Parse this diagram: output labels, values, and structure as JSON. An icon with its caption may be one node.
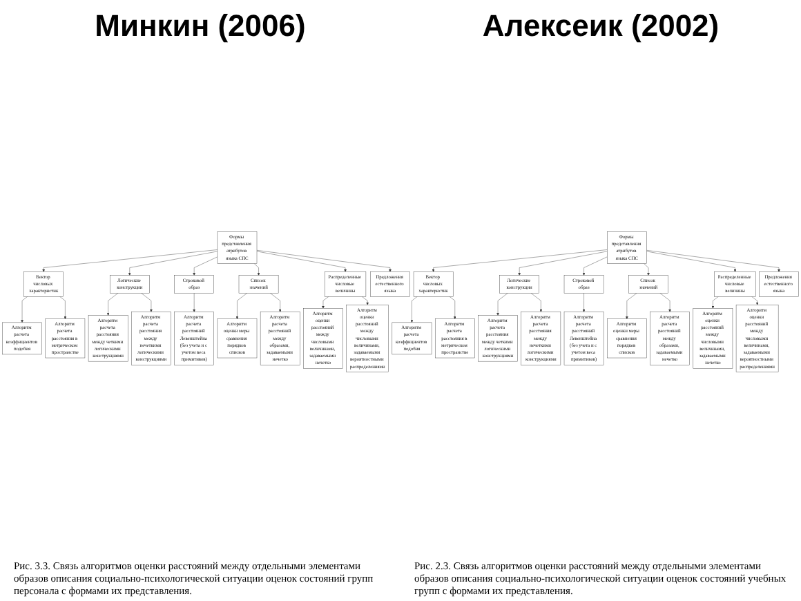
{
  "diagram": {
    "nodes": [
      {
        "text": [
          "Формы представления атрибутов языка СПС"
        ]
      },
      {
        "text": [
          "Вектор числовых характеристик"
        ]
      },
      {
        "text": [
          "Логические конструкции"
        ]
      },
      {
        "text": [
          "Строковой образ"
        ]
      },
      {
        "text": [
          "Список значений"
        ]
      },
      {
        "text": [
          "Распределенные числовые величины"
        ]
      },
      {
        "text": [
          "Предложения естественного языка"
        ]
      },
      {
        "text": [
          "Алгоритм оценки меры сравнения порядков списков"
        ]
      },
      {
        "text": [
          "Алгоритм расчета расстояний между образами, задаваемыми нечетко"
        ]
      },
      {
        "text": [
          "Алгоритм расчета расстояний Левенштейна (без учета и с учетом веса примитивов)"
        ]
      },
      {
        "text": [
          "Алгоритм расчета коэффициентов подобия"
        ]
      },
      {
        "text": [
          "Алгоритм расчета расстояния между четкими логическими конструкциями"
        ]
      },
      {
        "text": [
          "Алгоритм оценки расстояний между числовыми величинами, задаваемыми нечетко"
        ]
      },
      {
        "text": [
          "Алгоритм расчета расстояния в метрическом пространстве"
        ]
      },
      {
        "text": [
          "Алгоритм расчета расстояния между нечеткими логическими конструкциями"
        ]
      },
      {
        "text": [
          "Алгоритм оценки расстояний между числовыми величинами, задаваемыми вероятностными распределениями"
        ]
      },
      {
        "text": [
          "Формы представления атрибутов языка СПС"
        ]
      },
      {
        "text": [
          "Вектор числовых характеристик"
        ]
      },
      {
        "text": [
          "Логические конструкции"
        ]
      },
      {
        "text": [
          "Строковой образ"
        ]
      },
      {
        "text": [
          "Список значений"
        ]
      },
      {
        "text": [
          "Распределенные числовые величины"
        ]
      },
      {
        "text": [
          "Предложения естественного языка"
        ]
      },
      {
        "text": [
          "Алгоритм оценки меры сравнения порядков списков"
        ]
      },
      {
        "text": [
          "Алгоритм расчета расстояний между образами, задаваемыми нечетко"
        ]
      },
      {
        "text": [
          "Алгоритм расчета расстояний Левенштейна (без учета и с учетом веса примитивов)"
        ]
      },
      {
        "text": [
          "Алгоритм расчета коэффициентов подобия"
        ]
      },
      {
        "text": [
          "Алгоритм расчета расстояния между четкими логическими конструкциями"
        ]
      },
      {
        "text": [
          "Алгоритм оценки расстояний между числовыми величинами, задаваемыми нечетко"
        ]
      },
      {
        "text": [
          "Алгоритм расчета расстояния в метрическом пространстве"
        ]
      },
      {
        "text": [
          "Алгоритм расчета расстояния между нечеткими логическими конструкциями"
        ]
      },
      {
        "text": [
          "Алгоритм оценки расстояний между числовыми величинами, задаваемыми вероятностными распределениями"
        ]
      }
    ],
    "edges": [
      {
        "from": 0,
        "to": 1,
        "arrow": "to"
      },
      {
        "from": 0,
        "to": 2,
        "arrow": "to"
      },
      {
        "from": 0,
        "to": 3,
        "arrow": "to"
      },
      {
        "from": 0,
        "to": 4,
        "arrow": "to"
      },
      {
        "from": 0,
        "to": 5,
        "arrow": "to"
      },
      {
        "from": 0,
        "to": 6,
        "arrow": "to"
      },
      {
        "from": 4,
        "to": 7,
        "arrow": "to"
      },
      {
        "from": 4,
        "to": 8,
        "arrow": "to"
      },
      {
        "from": 3,
        "to": 9,
        "arrow": "to"
      },
      {
        "from": 1,
        "to": 10,
        "arrow": "to"
      },
      {
        "from": 1,
        "to": 13,
        "arrow": "to"
      },
      {
        "from": 2,
        "to": 11,
        "arrow": "to"
      },
      {
        "from": 2,
        "to": 14,
        "arrow": "to"
      },
      {
        "from": 5,
        "to": 12,
        "arrow": "to"
      },
      {
        "from": 5,
        "to": 15,
        "arrow": "to"
      },
      {
        "from": 16,
        "to": 17,
        "arrow": "to"
      },
      {
        "from": 16,
        "to": 18,
        "arrow": "to"
      },
      {
        "from": 16,
        "to": 19,
        "arrow": "to"
      },
      {
        "from": 16,
        "to": 20,
        "arrow": "to"
      },
      {
        "from": 16,
        "to": 21,
        "arrow": "to"
      },
      {
        "from": 16,
        "to": 22,
        "arrow": "to"
      },
      {
        "from": 20,
        "to": 23,
        "arrow": "to"
      },
      {
        "from": 20,
        "to": 24,
        "arrow": "to"
      },
      {
        "from": 19,
        "to": 25,
        "arrow": "to"
      },
      {
        "from": 17,
        "to": 26,
        "arrow": "to"
      },
      {
        "from": 17,
        "to": 29,
        "arrow": "to"
      },
      {
        "from": 18,
        "to": 27,
        "arrow": "to"
      },
      {
        "from": 18,
        "to": 30,
        "arrow": "to"
      },
      {
        "from": 21,
        "to": 28,
        "arrow": "to"
      },
      {
        "from": 21,
        "to": 31,
        "arrow": "to"
      }
    ],
    "labels": [
      "Минкин (2006)",
      "Алексеик (2002)",
      "Рис. 3.3. Связь алгоритмов оценки расстояний между отдельными элементами образов описания социально-психологической ситуации оценок состояний групп персонала с формами их представления.",
      "Рис. 2.3. Связь алгоритмов оценки расстояний между отдельными элементами образов описания социально-психологической ситуации оценок состояний учебных групп с формами их представления."
    ]
  }
}
